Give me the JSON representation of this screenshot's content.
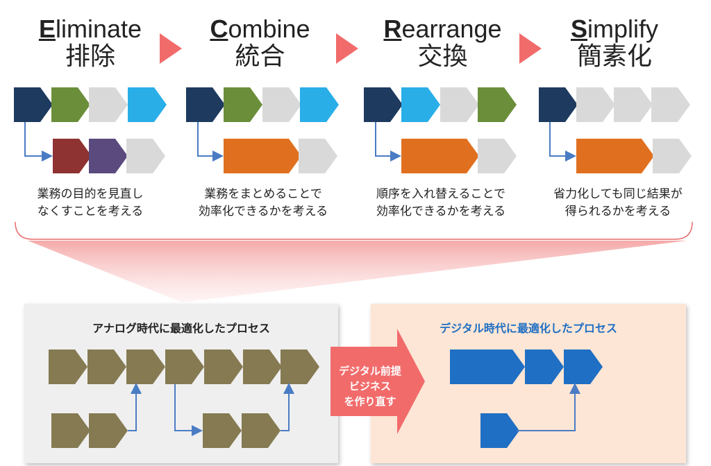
{
  "steps": [
    {
      "en_first": "E",
      "en_rest": "liminate",
      "ja": "排除",
      "desc1": "業務の目的を見直し",
      "desc2": "なくすことを考える"
    },
    {
      "en_first": "C",
      "en_rest": "ombine",
      "ja": "統合",
      "desc1": "業務をまとめることで",
      "desc2": "効率化できるかを考える"
    },
    {
      "en_first": "R",
      "en_rest": "earrange",
      "ja": "交換",
      "desc1": "順序を入れ替えることで",
      "desc2": "効率化できるかを考える"
    },
    {
      "en_first": "S",
      "en_rest": "implify",
      "ja": "簡素化",
      "desc1": "省力化しても同じ結果が",
      "desc2": "得られるかを考える"
    }
  ],
  "bottom": {
    "left_title": "アナログ時代に最適化したプロセス",
    "right_title": "デジタル時代に最適化したプロセス",
    "arrow_line1": "デジタル前提",
    "arrow_line2": "ビジネス",
    "arrow_line3": "を作り直す"
  },
  "colors": {
    "navy": "#1e3a5f",
    "green": "#6b8e3a",
    "gray": "#d9d9d9",
    "cyan": "#29aee8",
    "darkred": "#8e3232",
    "purple": "#5a4a7e",
    "orange": "#e07020",
    "olive": "#857a52",
    "blue": "#1f6fc4",
    "salmon": "#f26b6b",
    "connector": "#4a7cc4"
  }
}
